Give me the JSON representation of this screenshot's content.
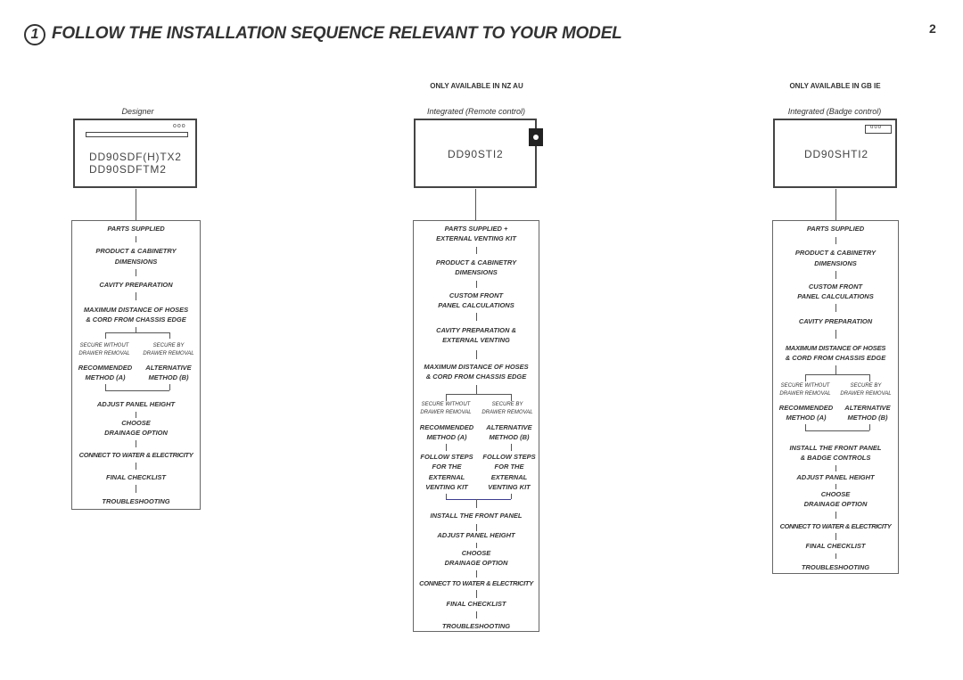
{
  "header": {
    "step_number": "1",
    "title": "FOLLOW THE INSTALLATION SEQUENCE RELEVANT TO YOUR MODEL",
    "page_number": "2"
  },
  "models": {
    "designer": {
      "label": "Designer",
      "model_line1": "DD90SDF(H)TX2",
      "model_line2": "DD90SDFTM2",
      "dots": "ooo"
    },
    "integrated_remote": {
      "availability": "ONLY AVAILABLE IN NZ AU",
      "label": "Integrated (Remote control)",
      "model": "DD90STI2"
    },
    "integrated_badge": {
      "availability": "ONLY AVAILABLE IN GB IE",
      "label": "Integrated (Badge control)",
      "model": "DD90SHTI2",
      "dots": "ooo"
    }
  },
  "flows": {
    "designer": {
      "parts": "PARTS SUPPLIED",
      "dims_1": "PRODUCT & CABINETRY",
      "dims_2": "DIMENSIONS",
      "cavity": "CAVITY PREPARATION",
      "hoses_1": "MAXIMUM DISTANCE OF HOSES",
      "hoses_2": "& CORD FROM CHASSIS EDGE",
      "secure_without_1": "SECURE WITHOUT",
      "secure_without_2": "DRAWER REMOVAL",
      "secure_by_1": "SECURE BY",
      "secure_by_2": "DRAWER REMOVAL",
      "rec_1": "RECOMMENDED",
      "rec_2": "METHOD (a)",
      "alt_1": "ALTERNATIVE",
      "alt_2": "METHOD (b)",
      "adjust": "ADJUST PANEL HEIGHT",
      "choose": "CHOOSE",
      "drainage": "DRAINAGE OPTION",
      "connect": "CONNECT TO WATER & ELECTRICITY",
      "checklist": "FINAL CHECKLIST",
      "trouble": "TROUBLESHOOTING"
    },
    "remote": {
      "parts_1": "PARTS SUPPLIED +",
      "parts_2": "EXTERNAL VENTING KIT",
      "dims_1": "PRODUCT & CABINETRY",
      "dims_2": "DIMENSIONS",
      "custom_1": "CUSTOM FRONT",
      "custom_2": "PANEL CALCULATIONS",
      "cavity_1": "CAVITY PREPARATION &",
      "cavity_2": "EXTERNAL VENTING",
      "hoses_1": "MAXIMUM DISTANCE OF HOSES",
      "hoses_2": "& CORD FROM CHASSIS EDGE",
      "secure_without_1": "SECURE WITHOUT",
      "secure_without_2": "DRAWER REMOVAL",
      "secure_by_1": "SECURE BY",
      "secure_by_2": "DRAWER REMOVAL",
      "rec_1": "RECOMMENDED",
      "rec_2": "METHOD (a)",
      "alt_1": "ALTERNATIVE",
      "alt_2": "METHOD (b)",
      "follow_1": "FOLLOW STEPS",
      "follow_2": "FOR THE",
      "follow_3": "EXTERNAL",
      "follow_4": "VENTING KIT",
      "install": "INSTALL THE FRONT PANEL",
      "adjust": "ADJUST PANEL HEIGHT",
      "choose": "CHOOSE",
      "drainage": "DRAINAGE OPTION",
      "connect": "CONNECT TO WATER & ELECTRICITY",
      "checklist": "FINAL CHECKLIST",
      "trouble": "TROUBLESHOOTING"
    },
    "badge": {
      "parts": "PARTS SUPPLIED",
      "dims_1": "PRODUCT & CABINETRY",
      "dims_2": "DIMENSIONS",
      "custom_1": "CUSTOM FRONT",
      "custom_2": "PANEL CALCULATIONS",
      "cavity": "CAVITY PREPARATION",
      "hoses_1": "MAXIMUM DISTANCE OF HOSES",
      "hoses_2": "& CORD FROM CHASSIS EDGE",
      "secure_without_1": "SECURE WITHOUT",
      "secure_without_2": "DRAWER REMOVAL",
      "secure_by_1": "SECURE BY",
      "secure_by_2": "DRAWER REMOVAL",
      "rec_1": "RECOMMENDED",
      "rec_2": "METHOD (a)",
      "alt_1": "ALTERNATIVE",
      "alt_2": "METHOD (b)",
      "install_1": "INSTALL THE FRONT PANEL",
      "install_2": "& BADGE CONTROLS",
      "adjust": "ADJUST PANEL HEIGHT",
      "choose": "CHOOSE",
      "drainage": "DRAINAGE OPTION",
      "connect": "CONNECT TO WATER & ELECTRICITY",
      "checklist": "FINAL CHECKLIST",
      "trouble": "TROUBLESHOOTING"
    }
  }
}
